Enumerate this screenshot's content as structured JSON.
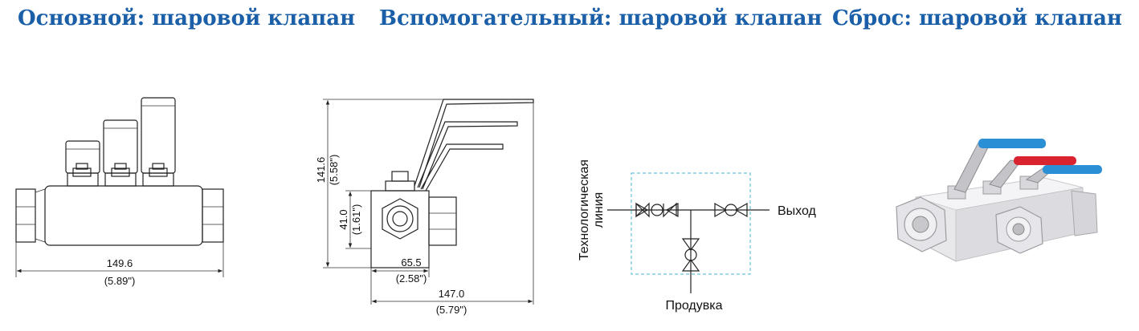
{
  "headers": {
    "main": "Основной: шаровой клапан",
    "aux": "Вспомогательный: шаровой клапан",
    "reset": "Сброс: шаровой клапан"
  },
  "front_view": {
    "width_mm": "149.6",
    "width_in": "(5.89\")"
  },
  "side_view": {
    "height_mm": "141.6",
    "height_in": "(5.58\")",
    "body_height_mm": "41.0",
    "body_height_in": "(1.61\")",
    "body_width_mm": "65.5",
    "body_width_in": "(2.58\")",
    "overall_width_mm": "147.0",
    "overall_width_in": "(5.79\")"
  },
  "schematic": {
    "process_line": [
      "Технологическая",
      "линия"
    ],
    "outlet": "Выход",
    "purge": "Продувка",
    "frame_color": "#66c2dd"
  },
  "photo": {
    "handle_colors": [
      "#2b8fd6",
      "#d9232e",
      "#2b8fd6"
    ]
  }
}
